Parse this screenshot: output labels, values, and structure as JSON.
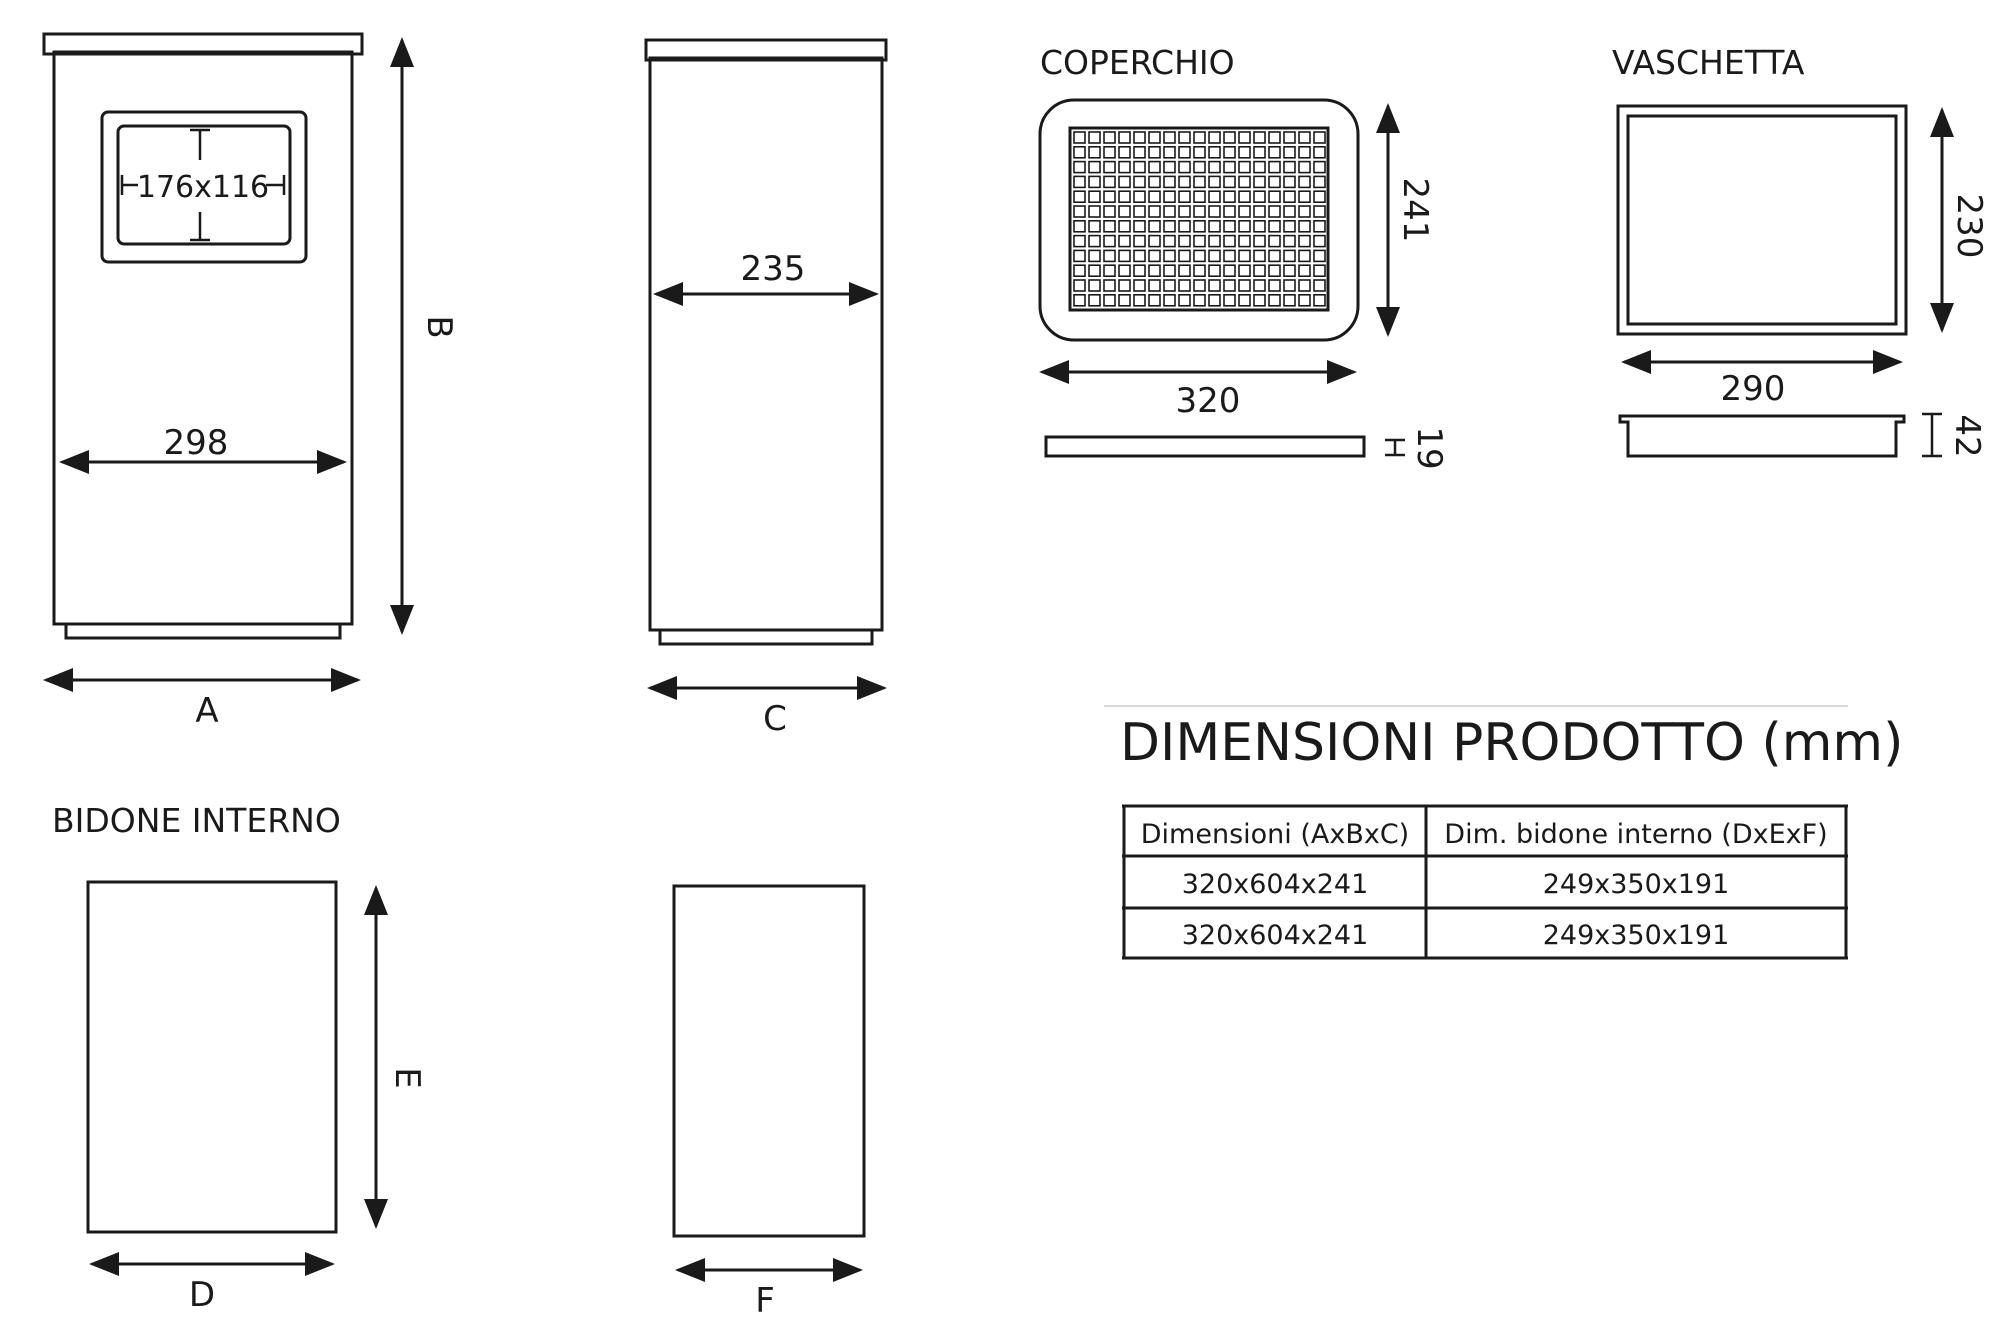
{
  "front_view": {
    "window_label": "176x116",
    "width_label": "298",
    "height_letter": "B",
    "base_letter": "A"
  },
  "side_view": {
    "depth_label": "235",
    "base_letter": "C"
  },
  "lid": {
    "title": "COPERCHIO",
    "width_label": "320",
    "depth_label": "241",
    "thickness_label": "19"
  },
  "tray": {
    "title": "VASCHETTA",
    "width_label": "290",
    "depth_label": "230",
    "height_label": "42"
  },
  "inner_bin": {
    "title": "BIDONE INTERNO",
    "width_letter": "D",
    "height_letter": "E",
    "depth_letter": "F"
  },
  "dimensions": {
    "heading": "DIMENSIONI PRODOTTO (mm)",
    "columns": [
      "Dimensioni (AxBxC)",
      "Dim. bidone interno (DxExF)"
    ],
    "rows": [
      [
        "320x604x241",
        "249x350x191"
      ],
      [
        "320x604x241",
        "249x350x191"
      ]
    ]
  },
  "colors": {
    "line": "#1a1a1a",
    "background": "#ffffff",
    "rule": "#cccccc"
  }
}
